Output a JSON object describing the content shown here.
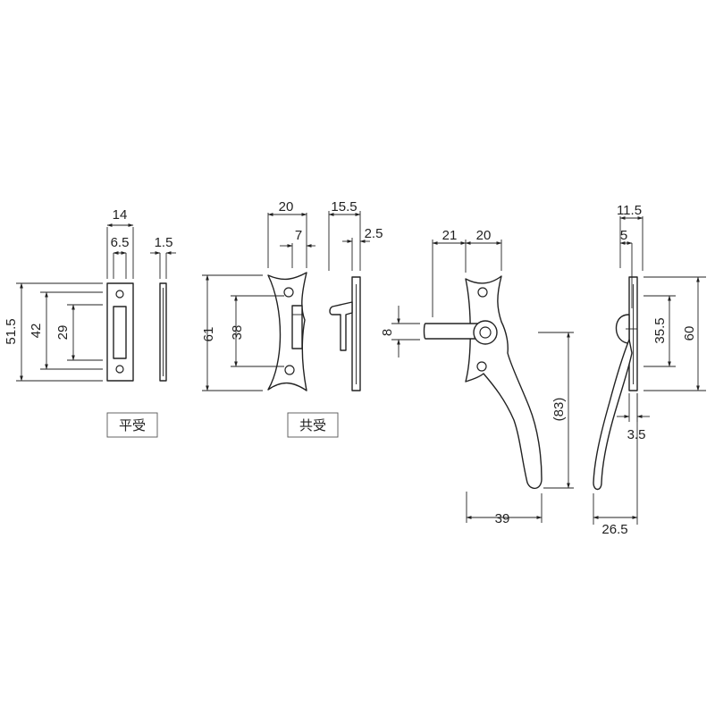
{
  "labels": {
    "flat_receiver": "平受",
    "shared_receiver": "共受"
  },
  "dimensions": {
    "flat": {
      "width": "14",
      "hole_offset": "6.5",
      "thickness": "1.5",
      "height_total": "51.5",
      "height_outer": "42",
      "slot_height": "29"
    },
    "shared": {
      "width": "20",
      "hook_width": "7",
      "depth": "15.5",
      "plate": "2.5",
      "height_total": "61",
      "hole_spacing": "38"
    },
    "handle": {
      "left_width": "21",
      "right_width": "20",
      "lever_height": "8",
      "length": "(83)",
      "reach": "39"
    },
    "side": {
      "depth": "11.5",
      "offset": "5",
      "hole_spacing": "35.5",
      "height": "60",
      "plate": "3.5",
      "reach": "26.5"
    }
  },
  "colors": {
    "line": "#222222",
    "background": "#ffffff"
  }
}
